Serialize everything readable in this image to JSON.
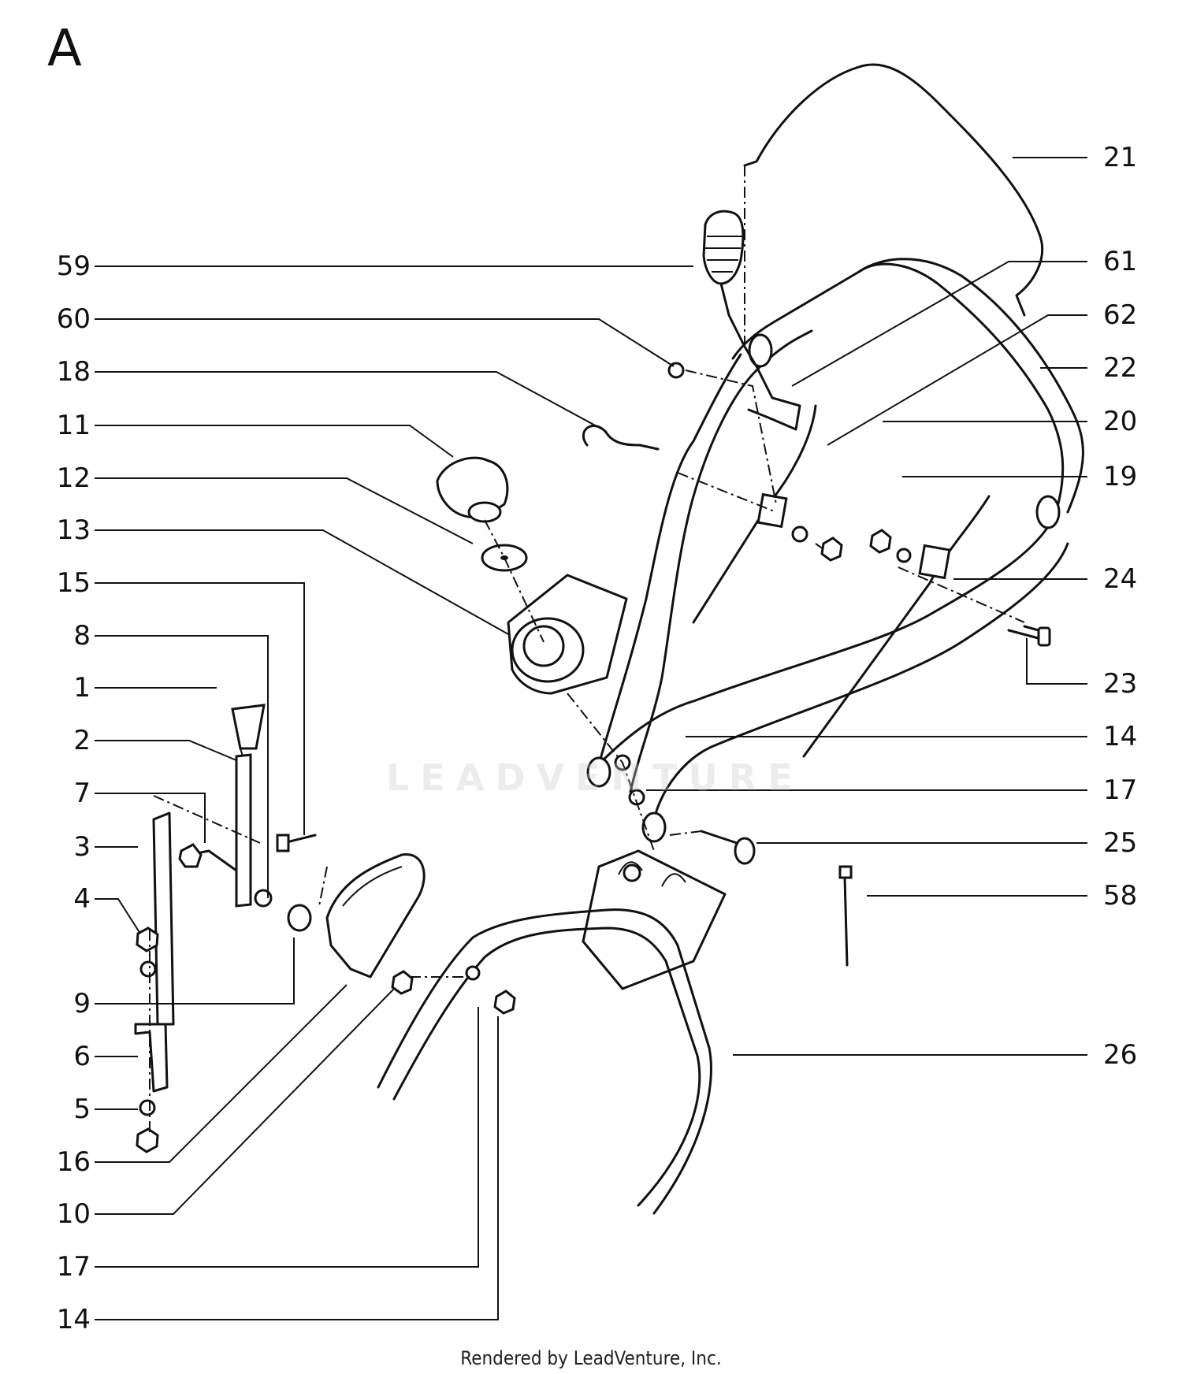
{
  "section_letter": "A",
  "footer": "Rendered by LeadVenture, Inc.",
  "watermark": "LEADVENTURE",
  "callouts_left": [
    "59",
    "60",
    "18",
    "11",
    "12",
    "13",
    "15",
    "8",
    "1",
    "2",
    "7",
    "3",
    "4",
    "9",
    "6",
    "5",
    "16",
    "10",
    "17",
    "14"
  ],
  "callouts_right": [
    "21",
    "61",
    "62",
    "22",
    "20",
    "19",
    "24",
    "23",
    "14",
    "17",
    "25",
    "58",
    "26"
  ]
}
